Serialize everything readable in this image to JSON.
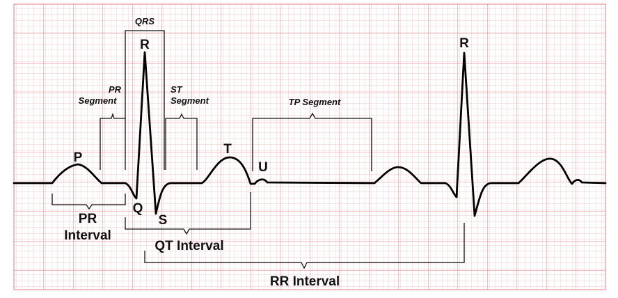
{
  "waves": {
    "p": "P",
    "r1": "R",
    "q": "Q",
    "s": "S",
    "t": "T",
    "u": "U",
    "r2": "R"
  },
  "segments": {
    "qrs": "QRS",
    "pr_line1": "PR",
    "pr_line2": "Segment",
    "st_line1": "ST",
    "st_line2": "Segment",
    "tp": "TP Segment"
  },
  "intervals": {
    "pr_line1": "PR",
    "pr_line2": "Interval",
    "qt": "QT Interval",
    "rr": "RR Interval"
  },
  "colors": {
    "grid_minor": "#f4b8be",
    "grid_major": "#e98891",
    "trace": "#000000",
    "background": "#ffffff"
  }
}
